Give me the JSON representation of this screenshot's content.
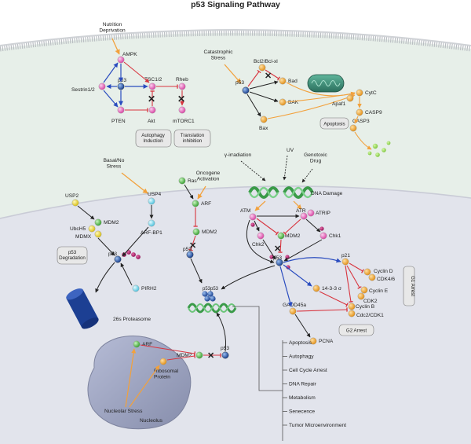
{
  "title": "p53 Signaling  Pathway",
  "colors": {
    "cytoplasm": "#e6efe9",
    "nucleus": "#e3e4eb",
    "membrane": "#bfc2c6",
    "green_node": "#53c248",
    "pink_node": "#ef69bd",
    "blue_node": "#1c5bb0",
    "orange_node": "#f6a623",
    "yellow_node": "#f3dc2b",
    "cyan_node": "#7fdcf0",
    "magenta_node": "#b81c73",
    "arrow_orange": "#f2a13c",
    "arrow_red": "#d8353f",
    "arrow_blue": "#2a4cbf",
    "arrow_dark": "#222222",
    "inhibit_x": "#e8202a",
    "proteasome": "#1c3f93",
    "dna_green": "#3a9a48"
  },
  "stimuli": {
    "nutrition": "Nutrition\nDeprivation",
    "catastrophic": "Catastrophic\nStress",
    "basal": "Basal/No\nStress",
    "oncogene": "Oncogene\nActivation",
    "gamma": "γ-irradiation",
    "uv": "UV",
    "genotoxic": "Genotoxic\nDrug",
    "dna_damage": "DNA Damage",
    "nucleolar_stress": "Nucleolar Stress"
  },
  "autophagy_module": {
    "ampk": "AMPK",
    "sestrin": "Sestrin1/2",
    "p53": "p53",
    "tsc": "TSC1/2",
    "rheb": "Rheb",
    "pten": "PTEN",
    "akt": "Akt",
    "mtorc1": "mTORC1",
    "box_autophagy": "Autophagy\nInduction",
    "box_translation": "Translation\ninhibition"
  },
  "apoptosis_module": {
    "bcl2": "Bcl2/Bcl-xl",
    "bad": "Bad",
    "p53": "p53",
    "bak": "BAK",
    "bax": "Bax",
    "apaf1": "Apaf1",
    "cytc": "CytC",
    "casp9": "CASP9",
    "casp3": "CASP3",
    "box_apoptosis": "Apoptosis"
  },
  "degradation_module": {
    "usp2": "USP2",
    "usp4": "USP4",
    "mdm2": "MDM2",
    "ubch5": "UbcH5",
    "mdmx": "MDMX",
    "arf_bp1": "ARF-BP1",
    "p53": "p53",
    "pirh2": "PIRH2",
    "box_degradation": "p53\nDegradation",
    "proteasome": "26s Proteasome"
  },
  "oncogene_module": {
    "ras": "Ras",
    "arf": "ARF",
    "mdm2": "MDM2",
    "p53": "p53",
    "tetramer_label": "p53p53"
  },
  "dna_damage_module": {
    "atm": "ATM",
    "atr": "ATR",
    "atrip": "ATRIP",
    "chk2": "Chk2",
    "mdm2": "MDM2",
    "chk1": "Chk1",
    "p53": "p53"
  },
  "cell_cycle_module": {
    "p21": "p21",
    "cyclin_d": "Cyclin D",
    "cdk46": "CDK4/6",
    "cyclin_e": "Cyclin E",
    "cdk2": "CDK2",
    "g1_arrest": "G1 Arrest",
    "s1433": "14-3-3 σ",
    "gadd45a": "GADD45a",
    "cyclin_b": "Cyclin B",
    "cdc2": "Cdc2/CDK1",
    "pcna": "PCNA",
    "g2_arrest": "G2 Arrest"
  },
  "nucleolus_module": {
    "arf": "ARF",
    "mdm2": "MDM2",
    "p53": "p53",
    "ribosomal": "Ribosomal\nProtein",
    "nucleolus": "Nucleolus"
  },
  "outcomes": [
    "Apoptosis",
    "Autophagy",
    "Cell Cycle Arrest",
    "DNA Repair",
    "Metabolism",
    "Senecence",
    "Tumor Microenvironment"
  ]
}
